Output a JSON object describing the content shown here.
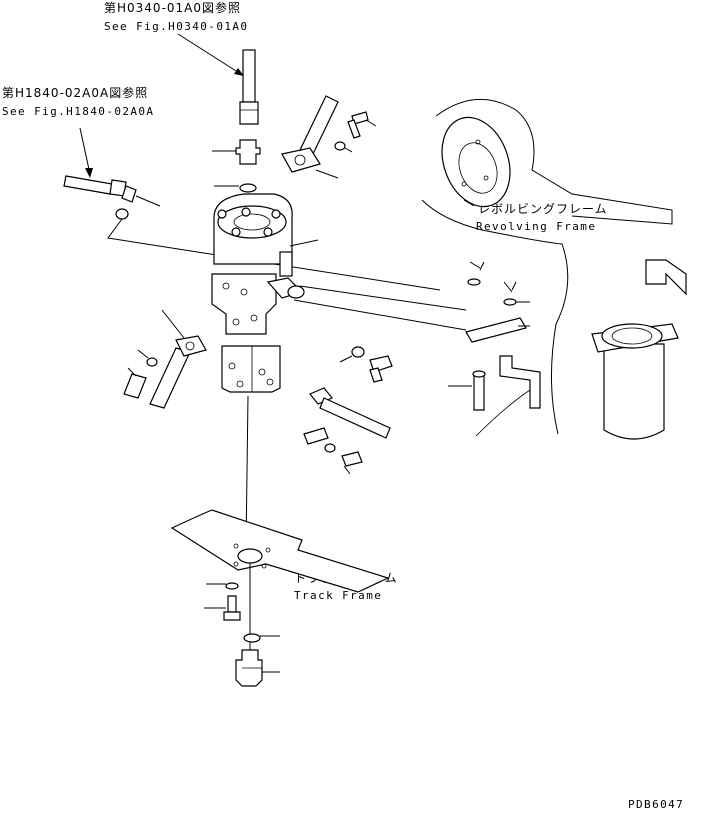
{
  "references": {
    "top_jp": "第H0340-01A0図参照",
    "top_en": "See Fig.H0340-01A0",
    "left_jp": "第H1840-02A0A図参照",
    "left_en": "See Fig.H1840-02A0A"
  },
  "frames": {
    "revolving_jp": "レボルビングフレーム",
    "revolving_en": "Revolving Frame",
    "track_jp": "トラックフレーム",
    "track_en": "Track Frame"
  },
  "drawing_code": "PDB6047",
  "colors": {
    "line": "#000000",
    "background": "#ffffff"
  }
}
